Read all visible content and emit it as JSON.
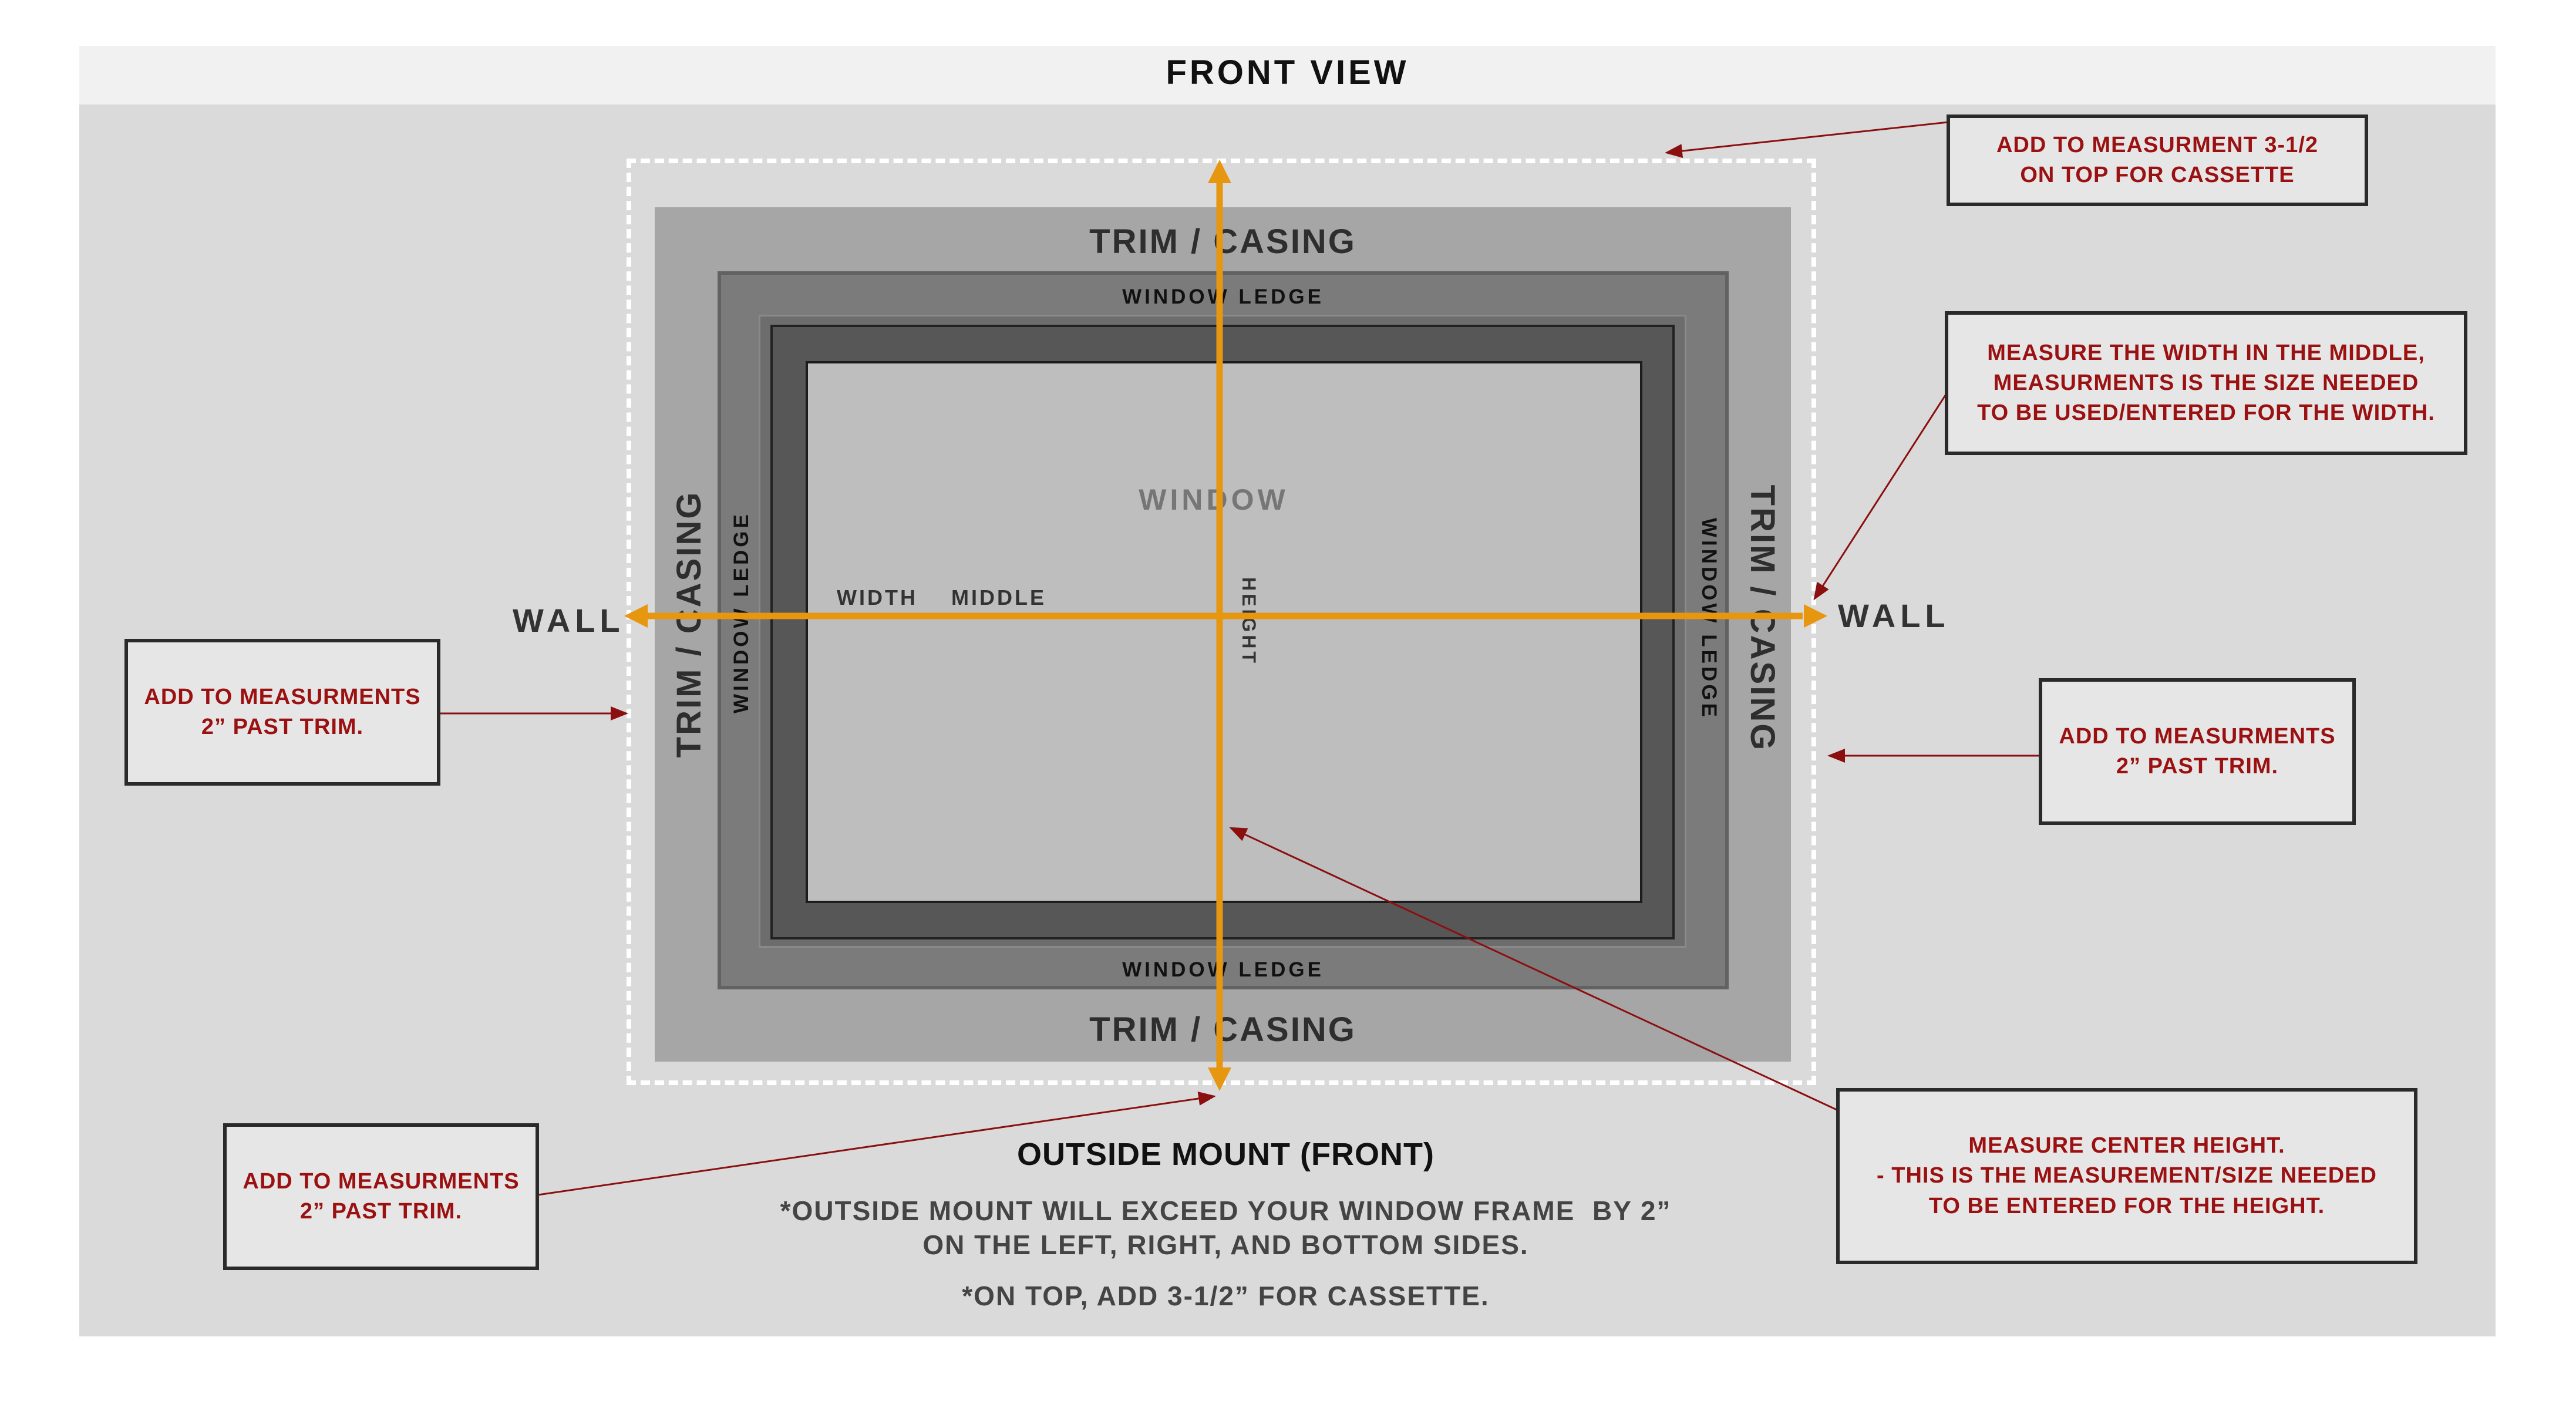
{
  "title": "FRONT VIEW",
  "labels": {
    "trim_top": "TRIM / CASING",
    "trim_bottom": "TRIM / CASING",
    "trim_left": "TRIM / CASING",
    "trim_right": "TRIM / CASING",
    "ledge_top": "WINDOW LEDGE",
    "ledge_bottom": "WINDOW LEDGE",
    "ledge_left": "WINDOW LEDGE",
    "ledge_right": "WINDOW LEDGE",
    "window": "WINDOW",
    "width": "WIDTH",
    "middle": "MIDDLE",
    "height": "HEIGHT",
    "wall_left": "WALL",
    "wall_right": "WALL"
  },
  "callouts": {
    "top_right": "ADD TO MEASURMENT 3-1/2\nON TOP FOR CASSETTE",
    "width_note": "MEASURE THE WIDTH IN THE MIDDLE,\nMEASURMENTS IS THE SIZE NEEDED\nTO BE USED/ENTERED FOR THE WIDTH.",
    "left_side": "ADD TO MEASURMENTS\n2” PAST TRIM.",
    "right_side": "ADD TO MEASURMENTS\n2” PAST TRIM.",
    "bottom_left": "ADD TO MEASURMENTS\n2” PAST TRIM.",
    "height_note": "MEASURE CENTER HEIGHT.\n- THIS IS THE MEASUREMENT/SIZE NEEDED\nTO BE ENTERED FOR THE HEIGHT."
  },
  "caption": {
    "heading": "OUTSIDE MOUNT (FRONT)",
    "line1": "*OUTSIDE MOUNT WILL EXCEED YOUR WINDOW FRAME  BY 2”",
    "line2": "ON THE LEFT, RIGHT, AND BOTTOM SIDES.",
    "line3": "*ON TOP, ADD 3-1/2” FOR CASSETTE."
  },
  "colors": {
    "measure_arrow": "#e6960f",
    "callout_text": "#9b1111",
    "pointer_line": "#8b0f0f"
  }
}
